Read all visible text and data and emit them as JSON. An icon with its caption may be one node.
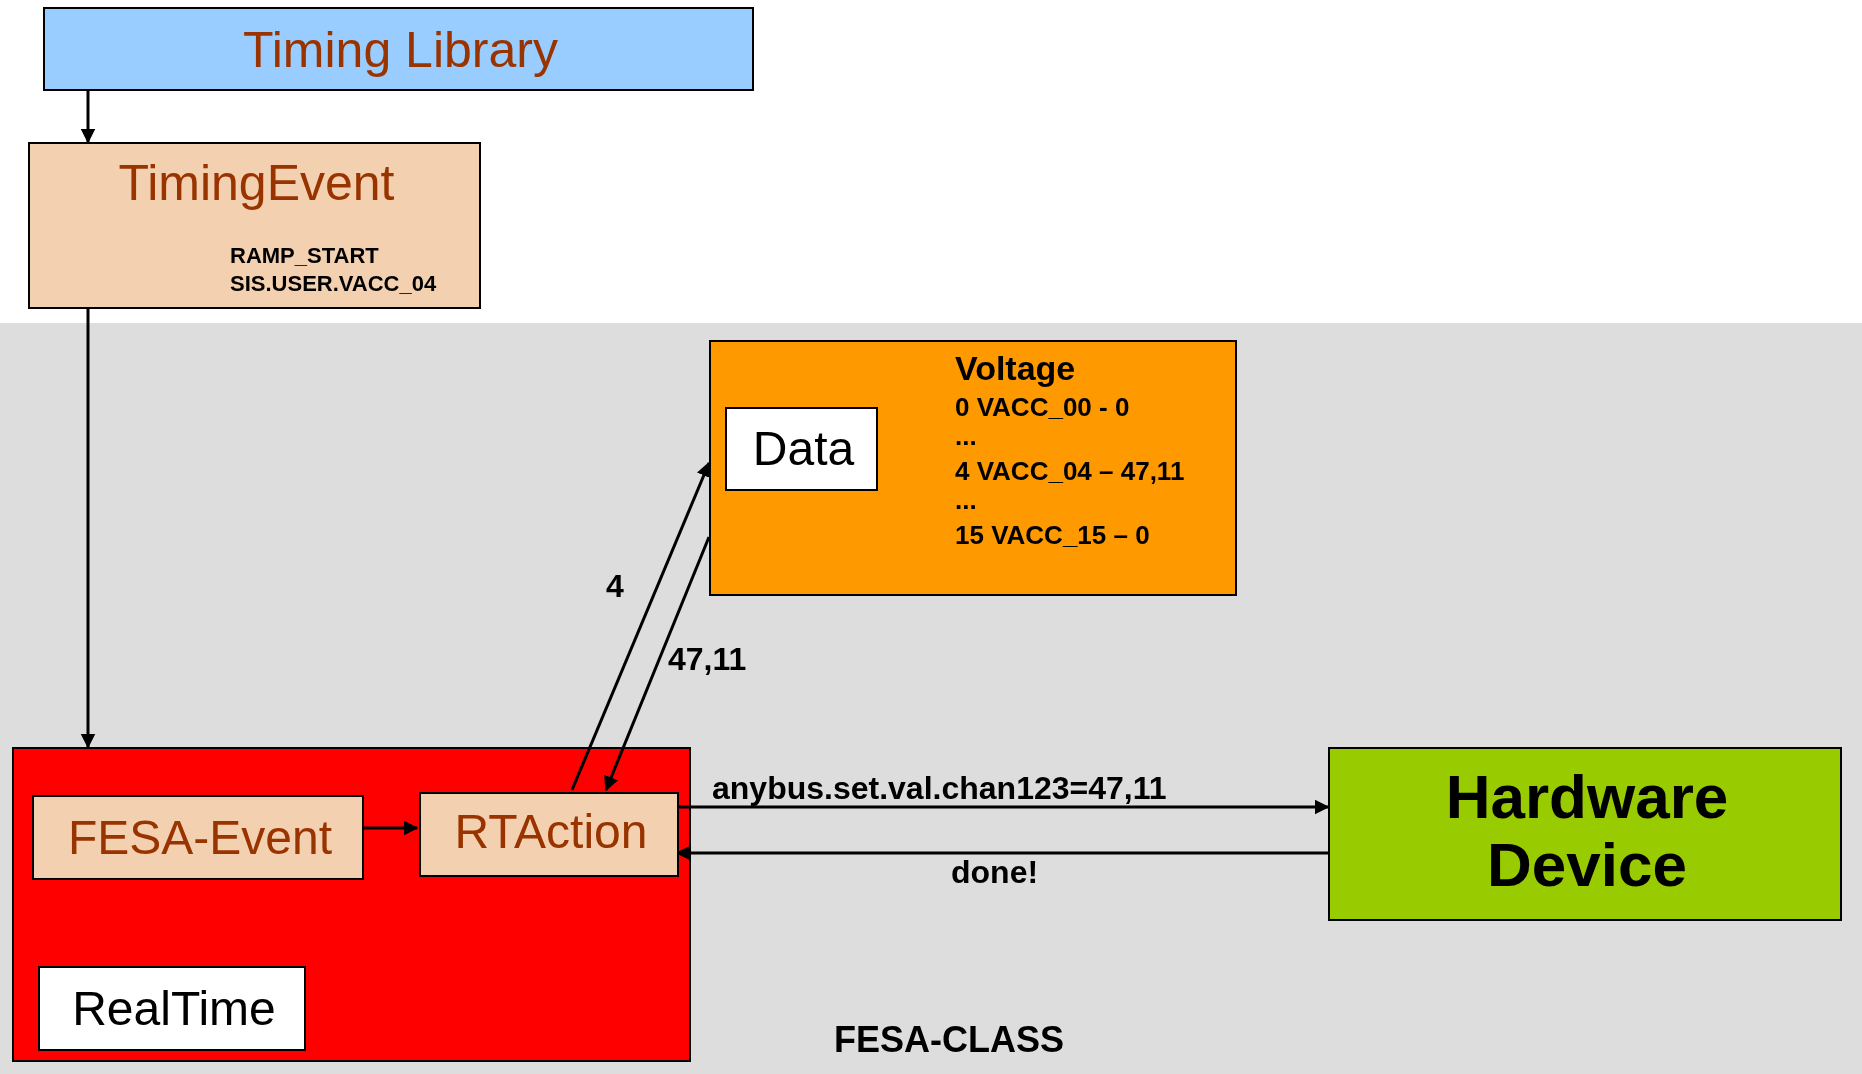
{
  "diagram": {
    "nodes": [
      {
        "text": [
          "Timing Library"
        ]
      },
      {
        "text": [
          "TimingEvent",
          "RAMP_START",
          "SIS.USER.VACC_04"
        ]
      },
      {
        "text": [
          "FESA-CLASS"
        ]
      },
      {
        "text": [
          "Voltage",
          "0 VACC_00 - 0",
          "...",
          "4 VACC_04 – 47,11",
          "...",
          "15 VACC_15 – 0"
        ],
        "in": 2
      },
      {
        "text": [
          "Data"
        ],
        "in": 3
      },
      {
        "text": [],
        "shape": "box",
        "in": 2
      },
      {
        "text": [
          "FESA-Event"
        ],
        "in": 5
      },
      {
        "text": [
          "RTAction"
        ],
        "in": 5
      },
      {
        "text": [
          "RealTime"
        ],
        "in": 5
      },
      {
        "text": [
          "Hardware Device"
        ],
        "in": 2
      }
    ],
    "edges": [
      {
        "from": 0,
        "to": 1,
        "arrow": "to"
      },
      {
        "from": 1,
        "to": 5,
        "arrow": "to"
      },
      {
        "from": 6,
        "to": 7,
        "arrow": "to"
      },
      {
        "from": 7,
        "to": 3,
        "arrow": "to",
        "label": "4"
      },
      {
        "from": 3,
        "to": 7,
        "arrow": "to",
        "label": "47,11"
      },
      {
        "from": 7,
        "to": 9,
        "arrow": "to",
        "label": "anybus.set.val.chan123=47,11"
      },
      {
        "from": 9,
        "to": 7,
        "arrow": "to",
        "label": "done!"
      }
    ]
  }
}
